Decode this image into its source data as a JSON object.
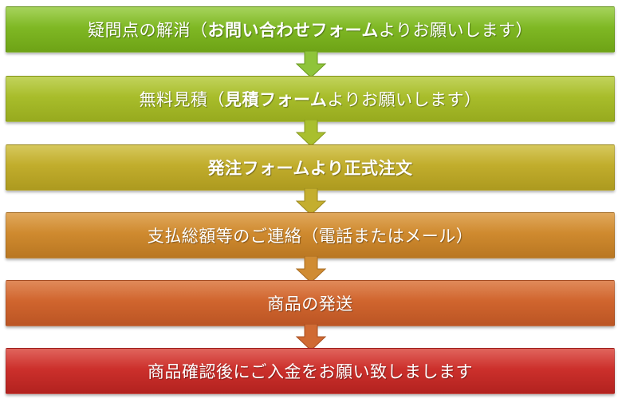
{
  "steps": [
    {
      "pre": "疑問点の解消（",
      "bold": "お問い合わせフォーム",
      "post": "よりお願いします）",
      "color": "#7fb824"
    },
    {
      "pre": "無料見積（",
      "bold": "見積フォーム",
      "post": "よりお願いします）",
      "color": "#a8bd2b"
    },
    {
      "pre": "",
      "bold": "発注フォームより正式注文",
      "post": "",
      "color": "#c1ad2c"
    },
    {
      "pre": "支払総額等のご連絡（電話またはメール）",
      "bold": "",
      "post": "",
      "color": "#cf8a2f"
    },
    {
      "pre": "商品の発送",
      "bold": "",
      "post": "",
      "color": "#d0652e"
    },
    {
      "pre": "商品確認後にご入金をお願い致しまします",
      "bold": "",
      "post": "",
      "color": "#cc302c"
    }
  ],
  "arrow_colors": [
    "#8fc43a",
    "#a9bf2e",
    "#c4ae2e",
    "#d08c33",
    "#d06a33"
  ]
}
